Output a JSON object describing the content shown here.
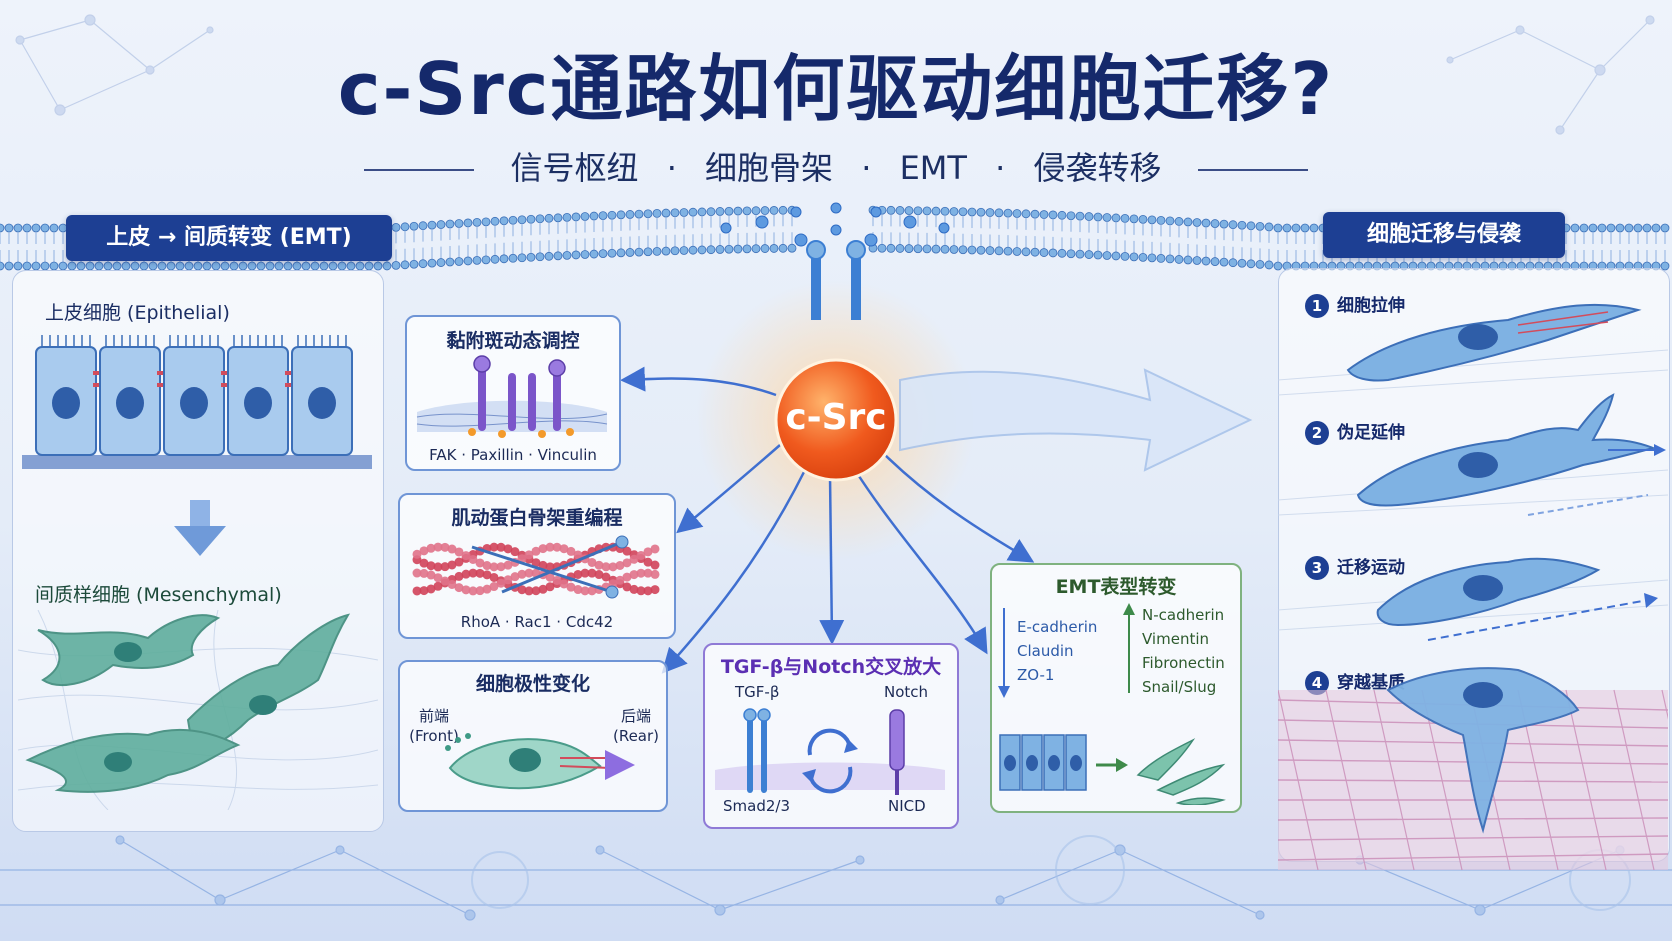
{
  "title": "c-Src通路如何驱动细胞迁移?",
  "subtitle": {
    "items": [
      "信号枢纽",
      "细胞骨架",
      "EMT",
      "侵袭转移"
    ],
    "separator": "·"
  },
  "left_panel": {
    "banner": "上皮 → 间质转变 (EMT)",
    "epithelial_label": "上皮细胞 (Epithelial)",
    "mesenchymal_label": "间质样细胞 (Mesenchymal)"
  },
  "center": {
    "hub_label": "c-Src",
    "focal_adhesion": {
      "title": "黏附斑动态调控",
      "caption": "FAK · Paxillin · Vinculin"
    },
    "actin": {
      "title": "肌动蛋白骨架重编程",
      "caption": "RhoA · Rac1 · Cdc42"
    },
    "polarity": {
      "title": "细胞极性变化",
      "front": "前端",
      "front_en": "(Front)",
      "rear": "后端",
      "rear_en": "(Rear)"
    },
    "crosstalk": {
      "title": "TGF-β与Notch交叉放大",
      "tgf_label": "TGF-β",
      "notch_label": "Notch",
      "smad_label": "Smad2/3",
      "nicd_label": "NICD"
    },
    "emt_phenotype": {
      "title": "EMT表型转变",
      "down_markers": [
        "E-cadherin",
        "Claudin",
        "ZO-1"
      ],
      "up_markers": [
        "N-cadherin",
        "Vimentin",
        "Fibronectin",
        "Snail/Slug"
      ]
    }
  },
  "right_panel": {
    "banner": "细胞迁移与侵袭",
    "steps": [
      {
        "num": "1",
        "label": "细胞拉伸"
      },
      {
        "num": "2",
        "label": "伪足延伸"
      },
      {
        "num": "3",
        "label": "迁移运动"
      },
      {
        "num": "4",
        "label": "穿越基质"
      }
    ]
  },
  "colors": {
    "title": "#15296b",
    "banner": "#1d3f93",
    "hub": "#f05a1e",
    "box_border": "#6f95d6",
    "crosstalk_border": "#8f7ad6",
    "emt_border": "#7fb27f",
    "cell_blue": "#7fb2e3",
    "cell_green": "#5fae9d"
  }
}
